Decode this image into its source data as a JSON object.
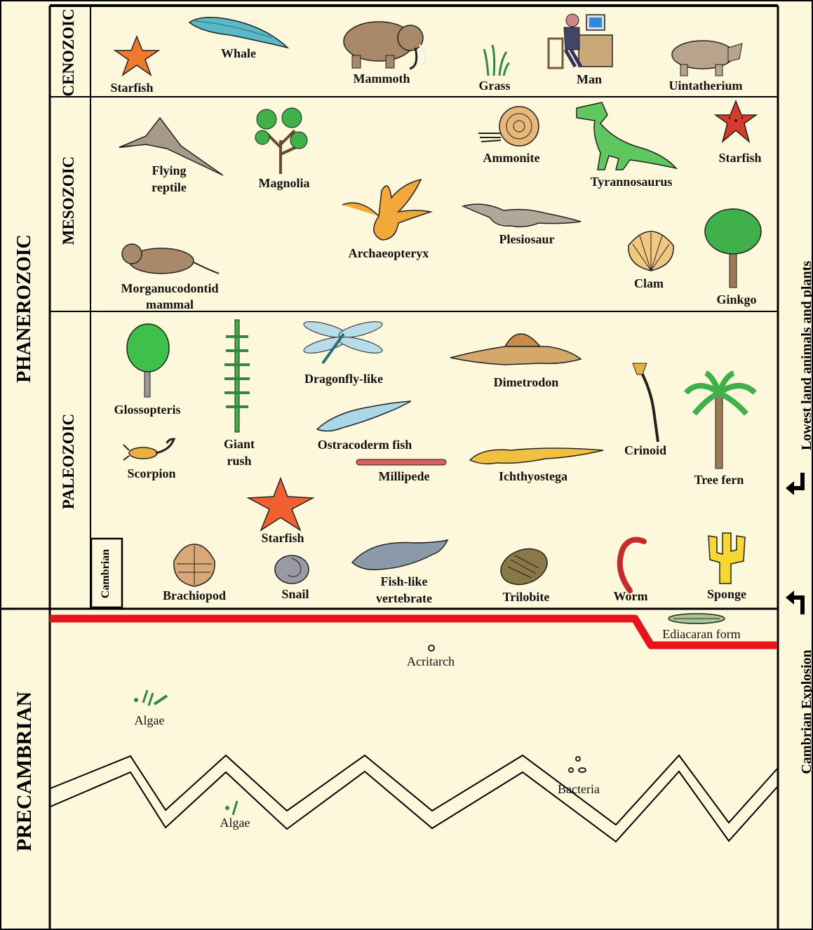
{
  "eons": {
    "phanerozoic": "PHANEROZOIC",
    "precambrian": "PRECAMBRIAN"
  },
  "eras": {
    "cenozoic": "CENOZOIC",
    "mesozoic": "MESOZOIC",
    "paleozoic": "PALEOZOIC",
    "cambrian": "Cambrian"
  },
  "side_labels": {
    "lowest_land": "Lowest land animals and plants",
    "cambrian_explosion": "Cambrian Explosion"
  },
  "organisms": {
    "cenozoic": [
      {
        "name": "Starfish"
      },
      {
        "name": "Whale"
      },
      {
        "name": "Mammoth"
      },
      {
        "name": "Grass"
      },
      {
        "name": "Man"
      },
      {
        "name": "Uintatherium"
      }
    ],
    "mesozoic": [
      {
        "name_line1": "Flying",
        "name_line2": "reptile"
      },
      {
        "name": "Magnolia"
      },
      {
        "name": "Ammonite"
      },
      {
        "name": "Tyrannosaurus"
      },
      {
        "name": "Starfish"
      },
      {
        "name": "Archaeopteryx"
      },
      {
        "name": "Plesiosaur"
      },
      {
        "name_line1": "Morganucodontid",
        "name_line2": "mammal"
      },
      {
        "name": "Clam"
      },
      {
        "name": "Ginkgo"
      }
    ],
    "paleozoic": [
      {
        "name": "Glossopteris"
      },
      {
        "name_line1": "Giant",
        "name_line2": "rush"
      },
      {
        "name": "Dragonfly-like"
      },
      {
        "name": "Dimetrodon"
      },
      {
        "name": "Ostracoderm fish"
      },
      {
        "name": "Crinoid"
      },
      {
        "name": "Tree fern"
      },
      {
        "name": "Scorpion"
      },
      {
        "name": "Millipede"
      },
      {
        "name": "Ichthyostega"
      },
      {
        "name": "Starfish"
      }
    ],
    "cambrian": [
      {
        "name": "Brachiopod"
      },
      {
        "name": "Snail"
      },
      {
        "name_line1": "Fish-like",
        "name_line2": "vertebrate"
      },
      {
        "name": "Trilobite"
      },
      {
        "name": "Worm"
      },
      {
        "name": "Sponge"
      }
    ],
    "precambrian": [
      {
        "name": "Ediacaran form"
      },
      {
        "name": "Acritarch"
      },
      {
        "name": "Algae"
      },
      {
        "name": "Bacteria"
      },
      {
        "name": "Algae"
      }
    ]
  },
  "colors": {
    "background": "#fdf8dc",
    "explosion_line": "#e8141a"
  }
}
